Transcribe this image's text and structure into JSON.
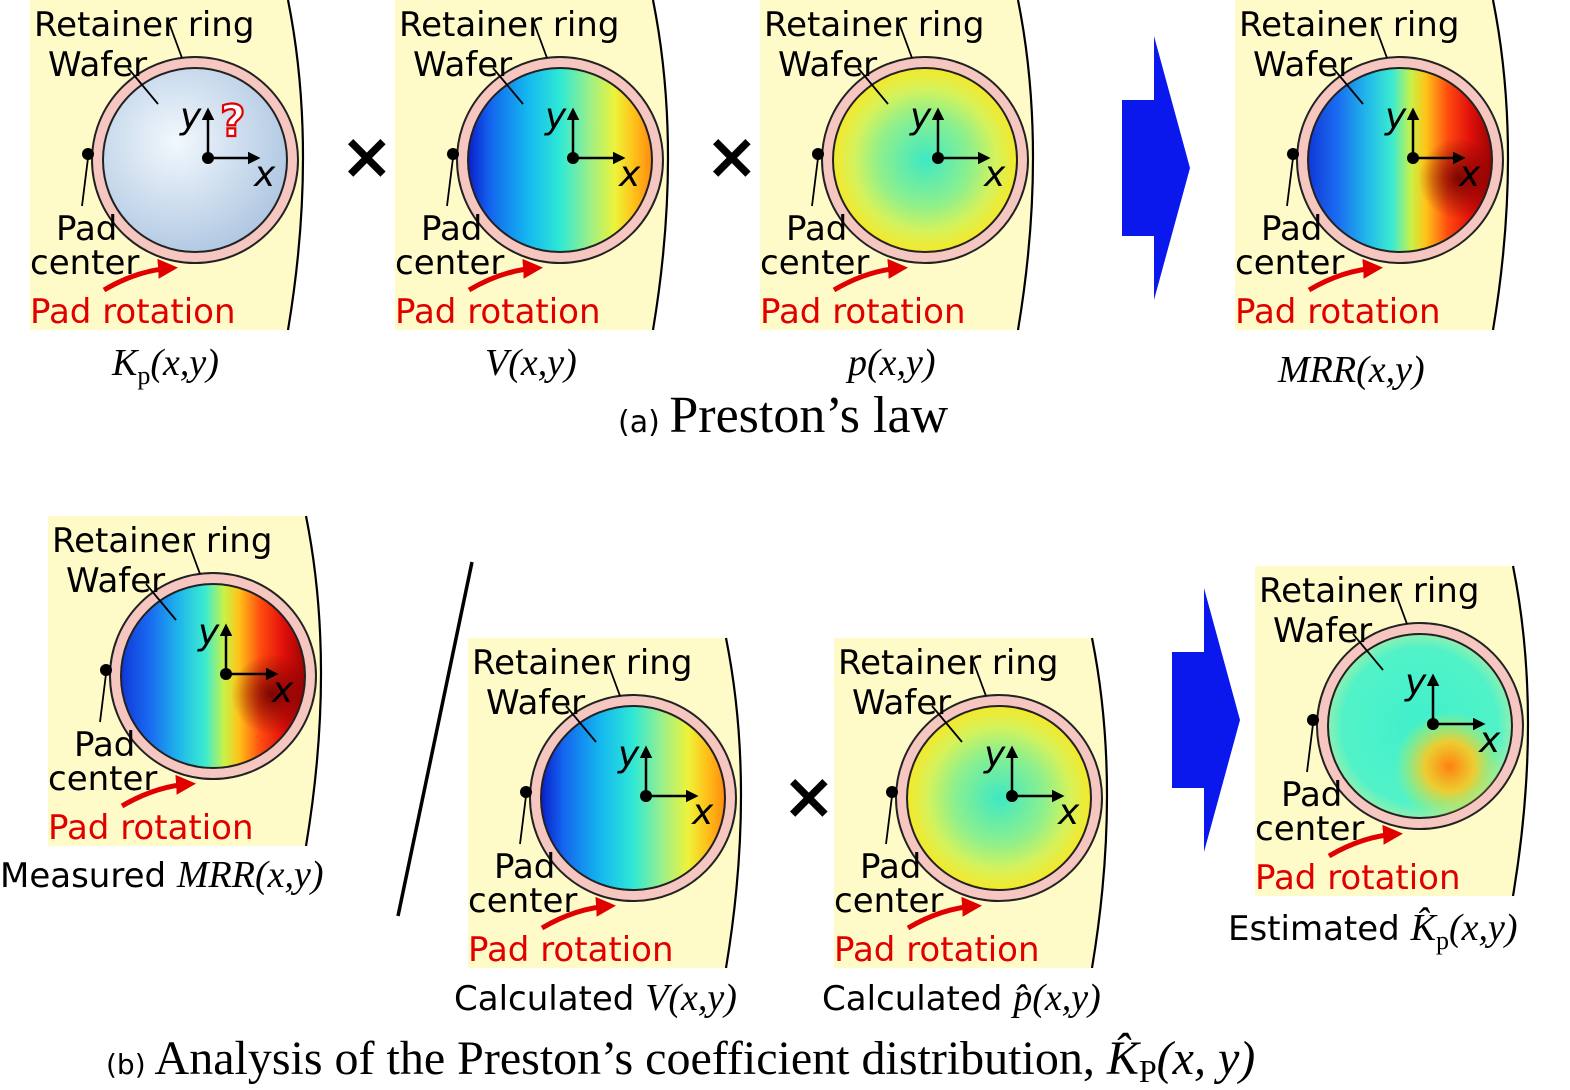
{
  "colors": {
    "pad_area": "#fffbc9",
    "retainer_ring": "#f6c6c0",
    "pad_rotation": "#e00000",
    "big_arrow": "#0a18ee",
    "text": "#000000"
  },
  "labels": {
    "retainer_ring": "Retainer ring",
    "wafer": "Wafer",
    "pad": "Pad",
    "center": "center",
    "pad_rotation": "Pad rotation",
    "x": "x",
    "y": "y",
    "unknown": "?",
    "times": "×",
    "divide": "/"
  },
  "panel_a": {
    "caption_tag": "(a)",
    "caption": "Preston’s law",
    "units": [
      {
        "name": "kp",
        "map": "uniform",
        "label": {
          "main": "K",
          "sub": "p",
          "args": "(x,y)"
        }
      },
      {
        "name": "v",
        "map": "velocity",
        "label": {
          "main": "V",
          "args": "(x,y)"
        }
      },
      {
        "name": "p",
        "map": "pressure",
        "label": {
          "main": "p",
          "args": "(x,y)"
        }
      },
      {
        "name": "mrr",
        "map": "mrr",
        "label": {
          "main": "MRR",
          "args": "(x,y)"
        }
      }
    ]
  },
  "panel_b": {
    "caption_tag": "(b)",
    "caption": "Analysis of the Preston’s coefficient distribution,",
    "caption_symbol": "K̂",
    "caption_sub": "P",
    "caption_args": "(x, y)",
    "units": [
      {
        "name": "measured-mrr",
        "map": "mrr",
        "label": {
          "prefix": "Measured",
          "main": "MRR",
          "args": "(x,y)"
        }
      },
      {
        "name": "calc-v",
        "map": "velocity",
        "label": {
          "prefix": "Calculated",
          "main": "V",
          "args": "(x,y)"
        }
      },
      {
        "name": "calc-p",
        "map": "pressure",
        "label": {
          "prefix": "Calculated",
          "main": "p̂",
          "args": "(x,y)"
        }
      },
      {
        "name": "est-kp",
        "map": "kp_est",
        "label": {
          "prefix": "Estimated",
          "main": "K̂",
          "sub": "p",
          "args": "(x,y)"
        }
      }
    ]
  }
}
